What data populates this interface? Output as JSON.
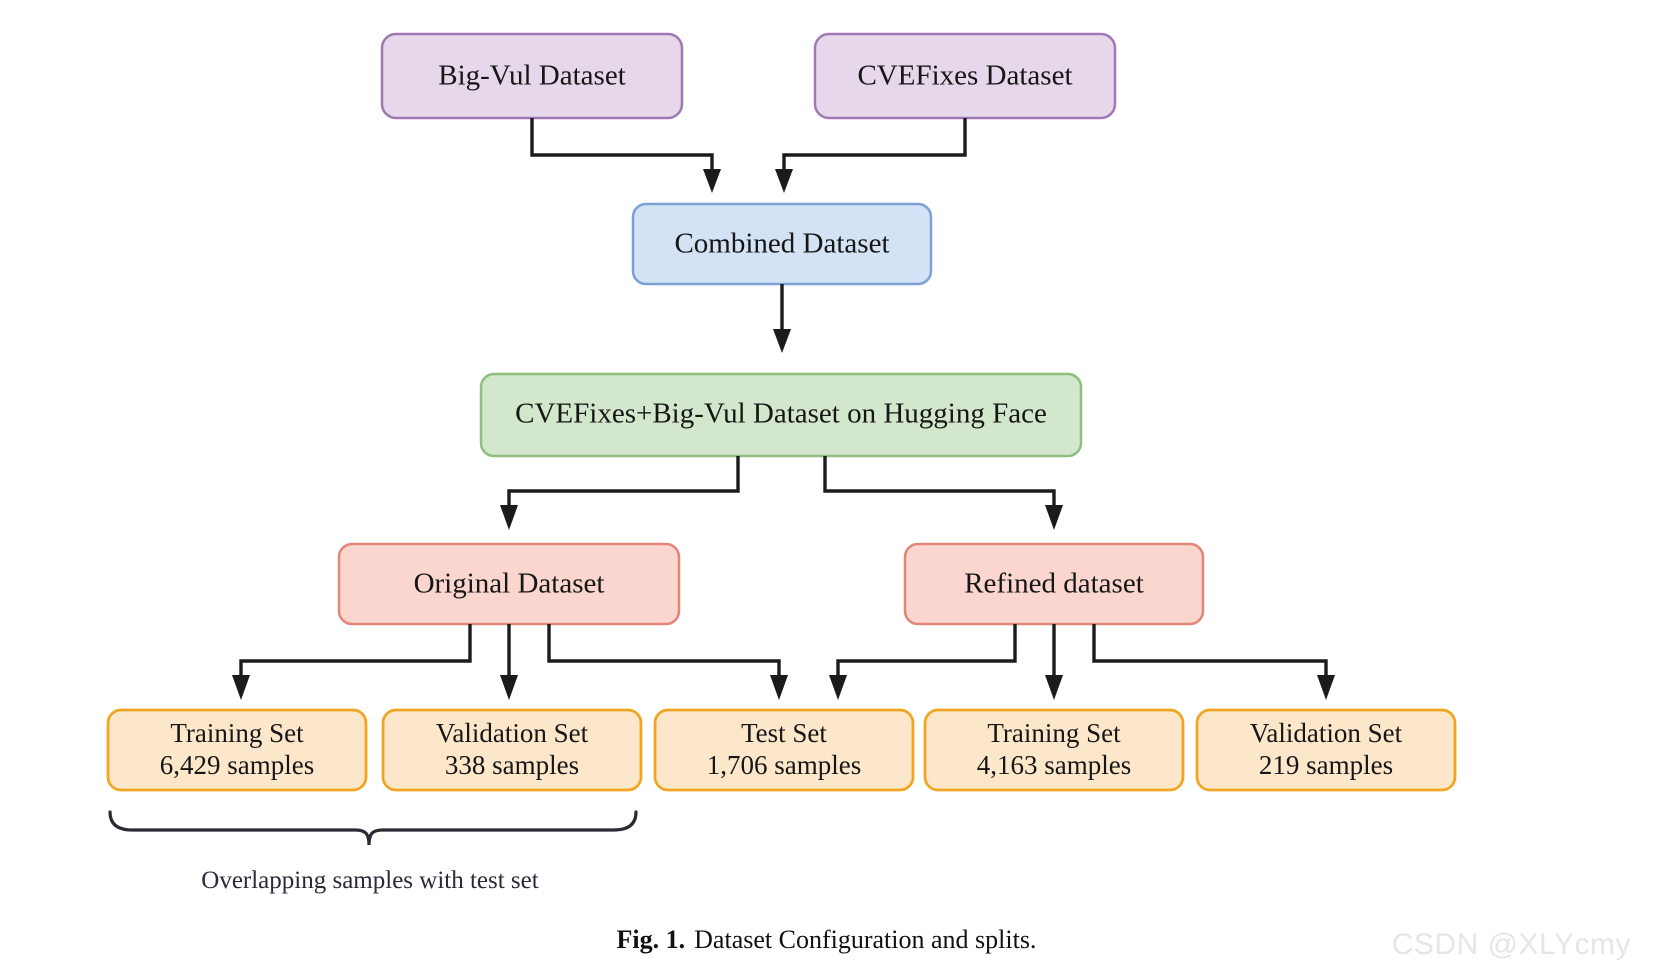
{
  "figure": {
    "caption_number": "Fig. 1.",
    "caption_text": "Dataset Configuration and splits.",
    "watermark": "CSDN @XLYcmy"
  },
  "diagram": {
    "type": "flowchart",
    "colors": {
      "purple_fill": "#e6d7ea",
      "purple_border": "#a079b4",
      "blue_fill": "#d4e2f6",
      "blue_border": "#7ca2d4",
      "green_fill": "#d3e7cc",
      "green_border": "#8fbf7f",
      "red_fill": "#fad6cf",
      "red_border": "#e08878",
      "orange_fill": "#fde7ca",
      "orange_border": "#f0a623",
      "connector": "#1b1b1b",
      "text": "#161616"
    },
    "levels": [
      {
        "name": "sources",
        "nodes": [
          {
            "id": "big-vul",
            "label": "Big-Vul Dataset",
            "style": "purple"
          },
          {
            "id": "cvefixes",
            "label": "CVEFixes Dataset",
            "style": "purple"
          }
        ]
      },
      {
        "name": "combined",
        "nodes": [
          {
            "id": "combined",
            "label": "Combined Dataset",
            "style": "blue"
          }
        ]
      },
      {
        "name": "published",
        "nodes": [
          {
            "id": "hf",
            "label": "CVEFixes+Big-Vul Dataset on Hugging Face",
            "style": "green"
          }
        ]
      },
      {
        "name": "variants",
        "nodes": [
          {
            "id": "original",
            "label": "Original Dataset",
            "style": "red"
          },
          {
            "id": "refined",
            "label": "Refined dataset",
            "style": "red"
          }
        ]
      },
      {
        "name": "splits",
        "nodes": [
          {
            "id": "orig-train",
            "label": "Training Set",
            "sublabel": "6,429 samples",
            "style": "orange"
          },
          {
            "id": "orig-val",
            "label": "Validation Set",
            "sublabel": "338 samples",
            "style": "orange"
          },
          {
            "id": "test",
            "label": "Test Set",
            "sublabel": "1,706 samples",
            "style": "orange"
          },
          {
            "id": "ref-train",
            "label": "Training Set",
            "sublabel": "4,163 samples",
            "style": "orange"
          },
          {
            "id": "ref-val",
            "label": "Validation Set",
            "sublabel": "219 samples",
            "style": "orange"
          }
        ]
      }
    ],
    "annotations": [
      {
        "id": "overlap-brace",
        "label": "Overlapping samples with test set"
      }
    ]
  }
}
